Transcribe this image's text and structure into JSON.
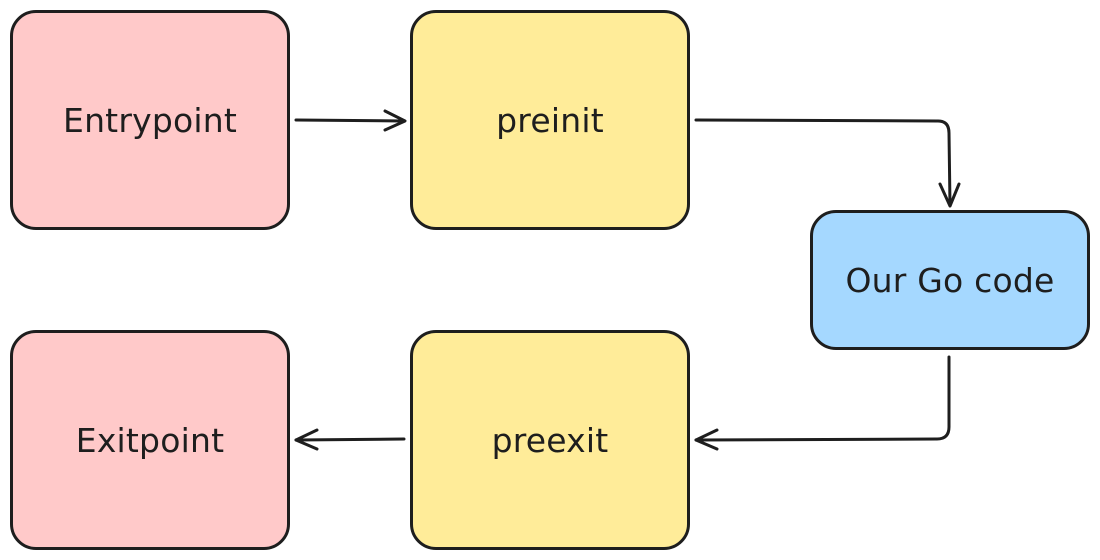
{
  "diagram": {
    "colors": {
      "terminal_fill": "#ffc9c9",
      "hook_fill": "#ffec99",
      "code_fill": "#a5d8ff",
      "stroke": "#1e1e1e"
    },
    "nodes": [
      {
        "id": "entry",
        "label": "Entrypoint",
        "kind": "terminal"
      },
      {
        "id": "preinit",
        "label": "preinit",
        "kind": "hook"
      },
      {
        "id": "go",
        "label": "Our Go code",
        "kind": "code"
      },
      {
        "id": "preexit",
        "label": "preexit",
        "kind": "hook"
      },
      {
        "id": "exit",
        "label": "Exitpoint",
        "kind": "terminal"
      }
    ],
    "edges": [
      {
        "from": "entry",
        "to": "preinit"
      },
      {
        "from": "preinit",
        "to": "go"
      },
      {
        "from": "go",
        "to": "preexit"
      },
      {
        "from": "preexit",
        "to": "exit"
      }
    ]
  }
}
